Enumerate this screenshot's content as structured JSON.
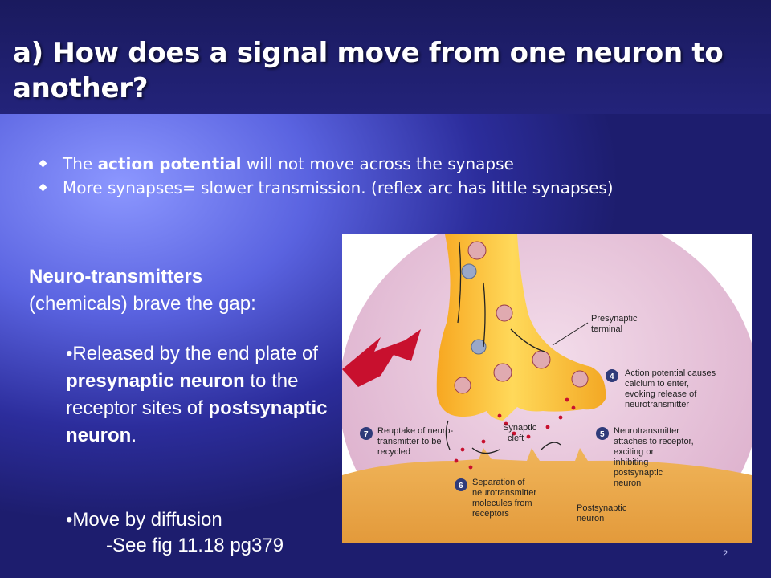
{
  "title": "a) How does a signal move from one neuron to another?",
  "bullets": [
    {
      "pre": "The ",
      "bold": "action potential",
      "post": " will not move across the synapse"
    },
    {
      "pre": "More synapses= slower transmission. (reflex arc has little synapses)",
      "bold": "",
      "post": ""
    }
  ],
  "neuro": {
    "head_bold": "Neuro-transmitters",
    "head_rest": "(chemicals) brave the gap:",
    "p1_a": "•Released by the end plate of ",
    "p1_b": "presynaptic neuron",
    "p1_c": " to the receptor sites of ",
    "p1_d": "postsynaptic neuron",
    "p1_e": ".",
    "diffusion": "•Move by diffusion",
    "ref": "-See fig 11.18 pg379"
  },
  "figure": {
    "labels": {
      "presynaptic": [
        "Presynaptic",
        "terminal"
      ],
      "step4": [
        "Action potential causes",
        "calcium to enter,",
        "evoking release of",
        "neurotransmitter"
      ],
      "step5": [
        "Neurotransmitter",
        "attaches to receptor,",
        "exciting or",
        "inhibiting",
        "postsynaptic",
        "neuron"
      ],
      "step6": [
        "Separation of",
        "neurotransmitter",
        "molecules from",
        "receptors"
      ],
      "step7": [
        "Reuptake of neuro-",
        "transmitter to be",
        "recycled"
      ],
      "cleft": [
        "Synaptic",
        "cleft"
      ],
      "postsynaptic": [
        "Postsynaptic",
        "neuron"
      ]
    },
    "step_numbers": [
      "4",
      "5",
      "6",
      "7"
    ],
    "colors": {
      "terminal": "#f5c542",
      "background": "#e9c8dc",
      "postsynaptic": "#e9a94a",
      "arrow": "#c8102e",
      "vesicle": "#c84a4a"
    }
  },
  "page_number": "2"
}
